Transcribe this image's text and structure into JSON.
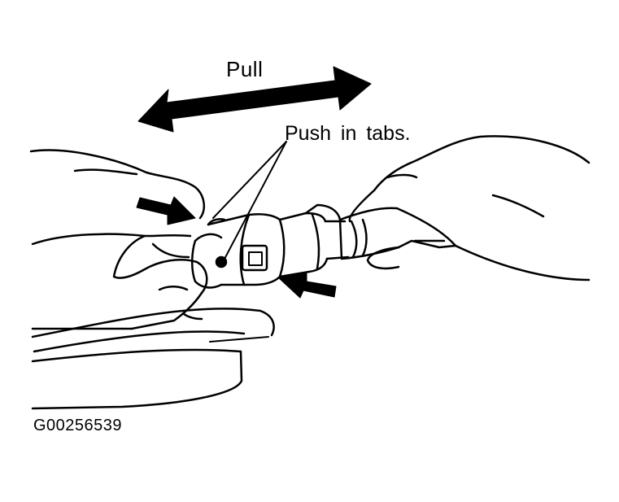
{
  "labels": {
    "pull": "Pull",
    "push_tabs": "Push in tabs.",
    "figure_id": "G00256539"
  },
  "colors": {
    "ink": "#000000",
    "paper": "#ffffff"
  },
  "icons": {
    "pull_arrow": "double-headed-arrow",
    "push_arrows": "solid-push-arrow"
  }
}
